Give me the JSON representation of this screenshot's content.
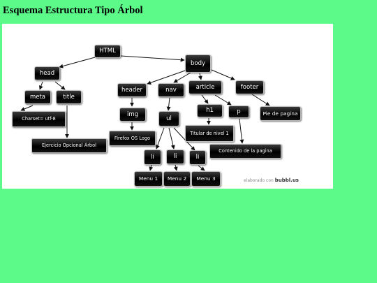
{
  "page": {
    "title": "Esquema Estructura Tipo Árbol"
  },
  "diagram": {
    "nodes": {
      "html": "HTML",
      "head": "head",
      "body": "body",
      "meta": "meta",
      "title": "title",
      "charset": "Charset= utf-8",
      "title_text": "Ejercicio Opcional Árbol",
      "header": "header",
      "nav": "nav",
      "article": "article",
      "footer": "footer",
      "img": "img",
      "img_text": "Firefox OS Logo",
      "ul": "ul",
      "h1": "h1",
      "p": "p",
      "h1_text": "Titular de nivel 1",
      "p_text": "Contenido de la pagina",
      "footer_text": "Pie de pagina",
      "li_1": "li",
      "li_2": "li",
      "li_3": "li",
      "menu_1": "Menu 1",
      "menu_2": "Menu 2",
      "menu_3": "Menu 3"
    },
    "watermark": {
      "prefix": "elaborado con",
      "brand": "bubbl.us"
    },
    "colors": {
      "background": "#5cfa88",
      "node_fill": "#000000",
      "node_text": "#ffffff",
      "connector": "#111111"
    }
  }
}
